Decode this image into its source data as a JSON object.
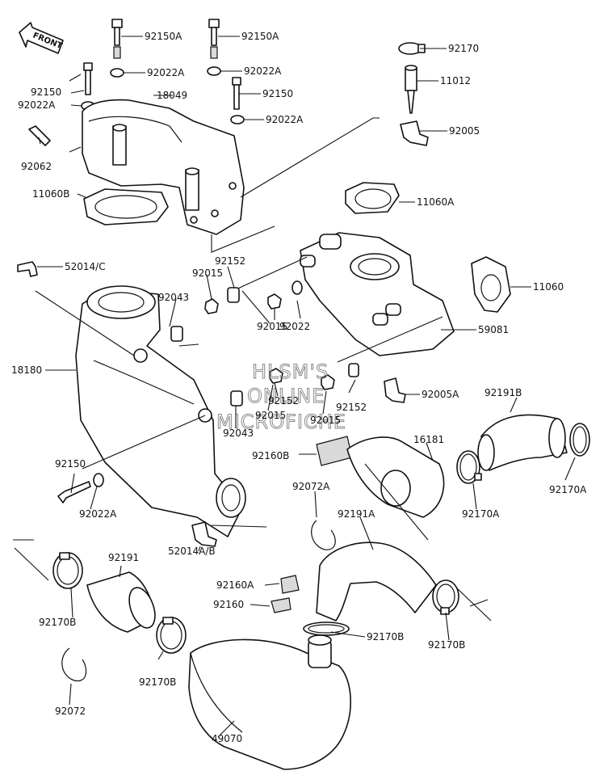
{
  "front_arrow": "FRONT",
  "watermark": [
    "HLSM'S",
    "ONLINE",
    "MICROFICHE"
  ],
  "labels": {
    "p92150A_1": "92150A",
    "p92150A_2": "92150A",
    "p92170": "92170",
    "p92022A_1": "92022A",
    "p92022A_2": "92022A",
    "p11012": "11012",
    "p92150_1": "92150",
    "p18049": "18049",
    "p92150_2": "92150",
    "p92022A_3": "92022A",
    "p92022A_4": "92022A",
    "p92005": "92005",
    "p92062": "92062",
    "p11060B": "11060B",
    "p11060A": "11060A",
    "p52014C": "52014/C",
    "p92152_1": "92152",
    "p11060": "11060",
    "p92015_1": "92015",
    "p92043_1": "92043",
    "p92015_2": "92015",
    "p92022": "92022",
    "p59081": "59081",
    "p18180": "18180",
    "p92005A": "92005A",
    "p92152_2": "92152",
    "p92152_3": "92152",
    "p92015_3": "92015",
    "p92015_4": "92015",
    "p92191B": "92191B",
    "p92043_2": "92043",
    "p16181": "16181",
    "p92160B": "92160B",
    "p92150_3": "92150",
    "p92072A": "92072A",
    "p92170A_1": "92170A",
    "p92170A_2": "92170A",
    "p92022A_5": "92022A",
    "p92191A": "92191A",
    "p52014AB": "52014A/B",
    "p92191": "92191",
    "p92160A": "92160A",
    "p92160": "92160",
    "p92170B_1": "92170B",
    "p92170B_2": "92170B",
    "p92170B_3": "92170B",
    "p92170B_4": "92170B",
    "p92072": "92072",
    "p49070": "49070"
  }
}
